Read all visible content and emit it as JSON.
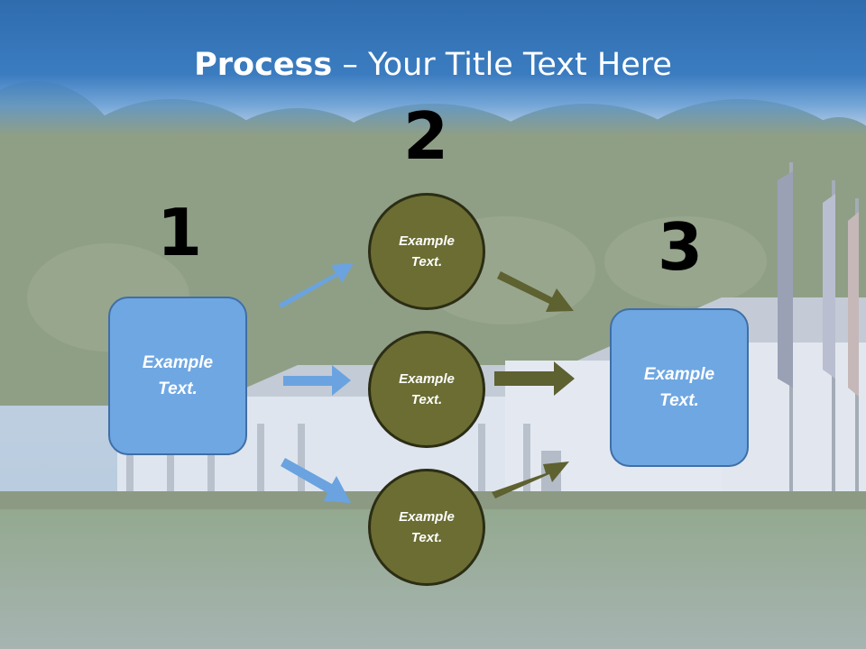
{
  "title": {
    "bold": "Process",
    "dash": " – ",
    "rest": "Your Title Text Here"
  },
  "steps": [
    {
      "number": "1",
      "label": "Example\nText."
    },
    {
      "number": "2",
      "label": "Example\nText."
    },
    {
      "number": "3",
      "label": "Example\nText."
    }
  ],
  "circles": [
    {
      "label": "Example\nText."
    },
    {
      "label": "Example\nText."
    },
    {
      "label": "Example\nText."
    }
  ],
  "colors": {
    "title_band": "#2e6cae",
    "box_fill": "#6fa7e2",
    "circle_fill": "#6b6d33",
    "blue_arrow": "#6aa3df",
    "olive_arrow": "#5e6130"
  }
}
